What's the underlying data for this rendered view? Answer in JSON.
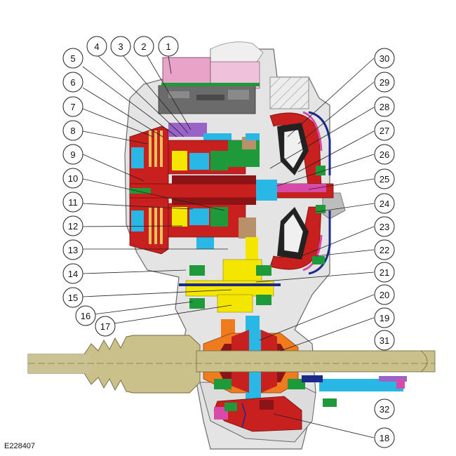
{
  "figure": {
    "id": "E228407",
    "callouts": [
      {
        "n": "1"
      },
      {
        "n": "2"
      },
      {
        "n": "3"
      },
      {
        "n": "4"
      },
      {
        "n": "5"
      },
      {
        "n": "6"
      },
      {
        "n": "7"
      },
      {
        "n": "8"
      },
      {
        "n": "9"
      },
      {
        "n": "10"
      },
      {
        "n": "11"
      },
      {
        "n": "12"
      },
      {
        "n": "13"
      },
      {
        "n": "14"
      },
      {
        "n": "15"
      },
      {
        "n": "16"
      },
      {
        "n": "17"
      },
      {
        "n": "18"
      },
      {
        "n": "19"
      },
      {
        "n": "20"
      },
      {
        "n": "21"
      },
      {
        "n": "22"
      },
      {
        "n": "23"
      },
      {
        "n": "24"
      },
      {
        "n": "25"
      },
      {
        "n": "26"
      },
      {
        "n": "27"
      },
      {
        "n": "28"
      },
      {
        "n": "29"
      },
      {
        "n": "30"
      },
      {
        "n": "31"
      },
      {
        "n": "32"
      }
    ]
  },
  "colors": {
    "housing": "#d9d9d9",
    "housing_edge": "#6a6a6a",
    "clutch_red": "#c8201e",
    "dark_red": "#8c1416",
    "shaft_khaki": "#c9c08a",
    "yellow": "#f5e600",
    "green": "#1f9a3b",
    "cyan": "#29b7e6",
    "orange": "#f07a1e",
    "magenta": "#d84aa8",
    "pink_valve": "#e7a3c8",
    "dark_grey": "#555555",
    "navy": "#1b2a8a",
    "tan": "#b8916a",
    "purple": "#9a63c7"
  }
}
